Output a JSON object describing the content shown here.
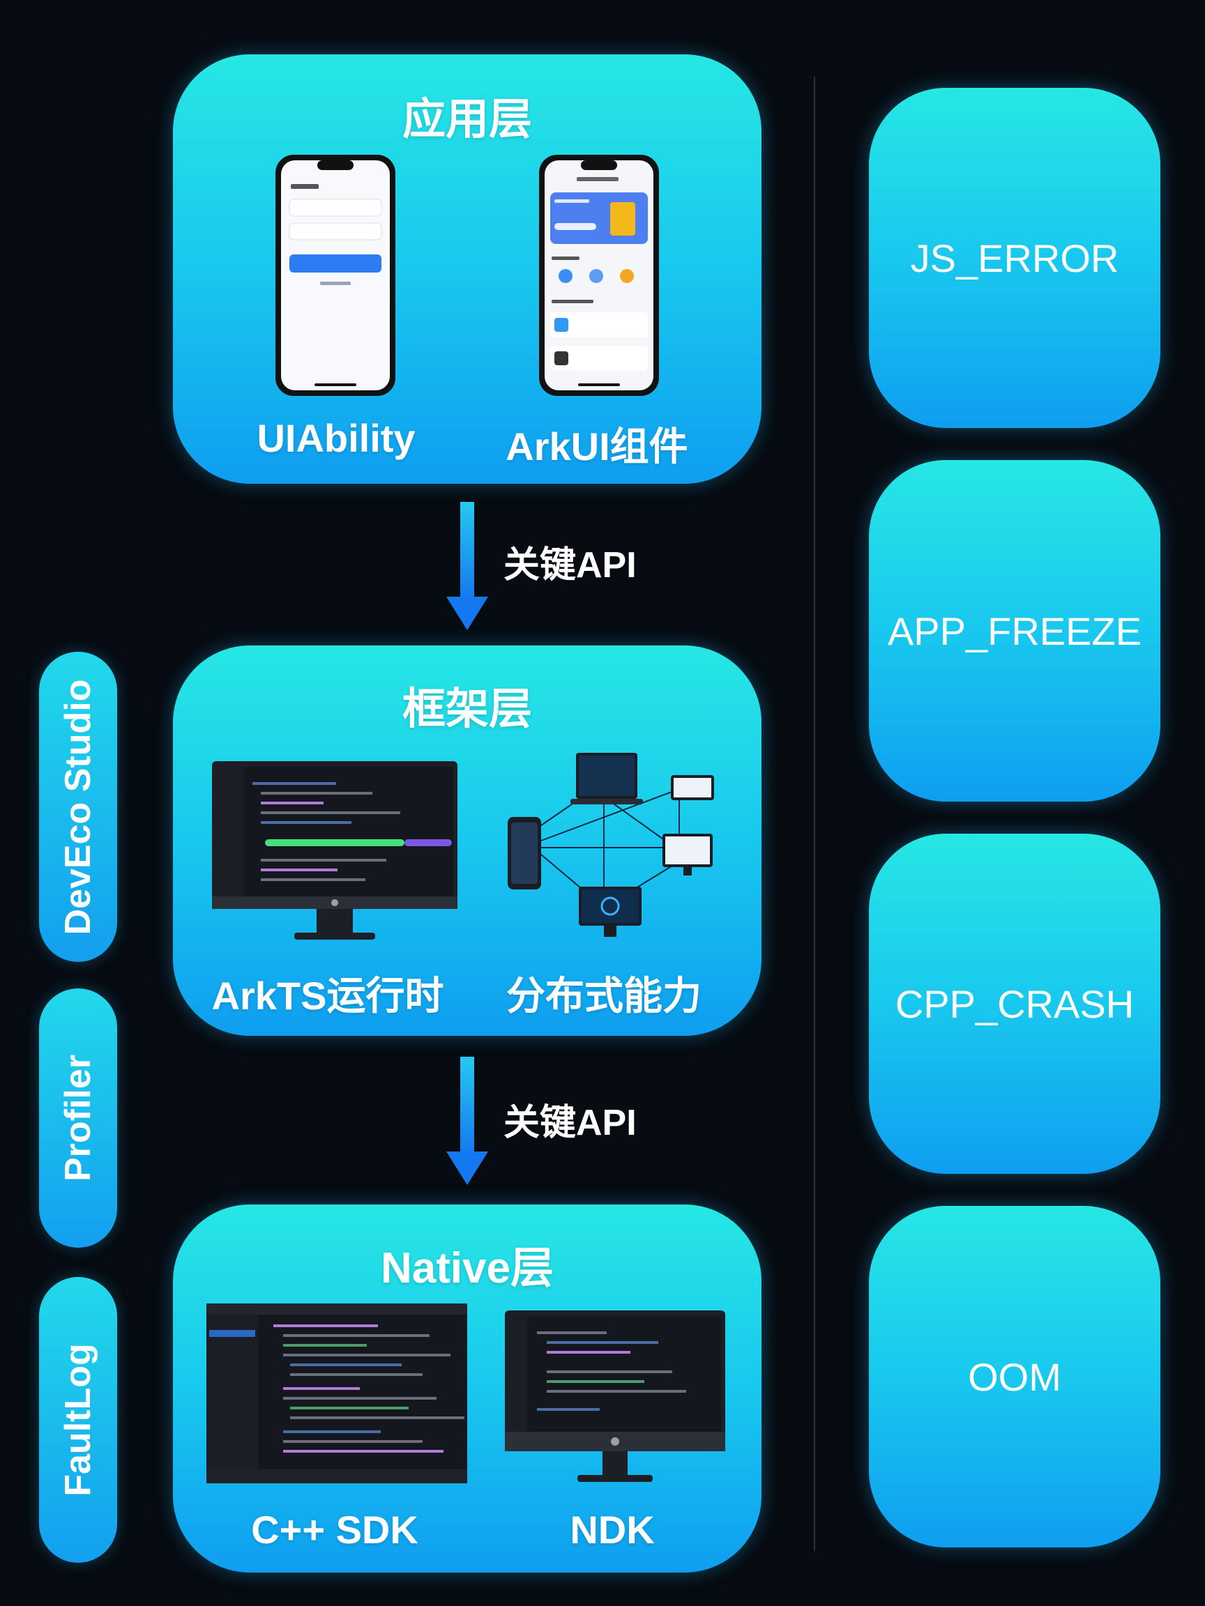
{
  "layers": {
    "app": {
      "title": "应用层",
      "left_label": "UIAbility",
      "right_label": "ArkUI组件"
    },
    "framework": {
      "title": "框架层",
      "left_label": "ArkTS运行时",
      "right_label": "分布式能力"
    },
    "native": {
      "title": "Native层",
      "left_label": "C++ SDK",
      "right_label": "NDK"
    }
  },
  "arrows": {
    "upper_label": "关键API",
    "lower_label": "关键API"
  },
  "tools": [
    "DevEco Studio",
    "Profiler",
    "FaultLog"
  ],
  "errors": [
    "JS_ERROR",
    "APP_FREEZE",
    "CPP_CRASH",
    "OOM"
  ],
  "colors": {
    "background": "#070b12",
    "gradient_top": "#27e7e4",
    "gradient_bottom": "#0f9ef0",
    "arrow": "#1c8ff2"
  }
}
